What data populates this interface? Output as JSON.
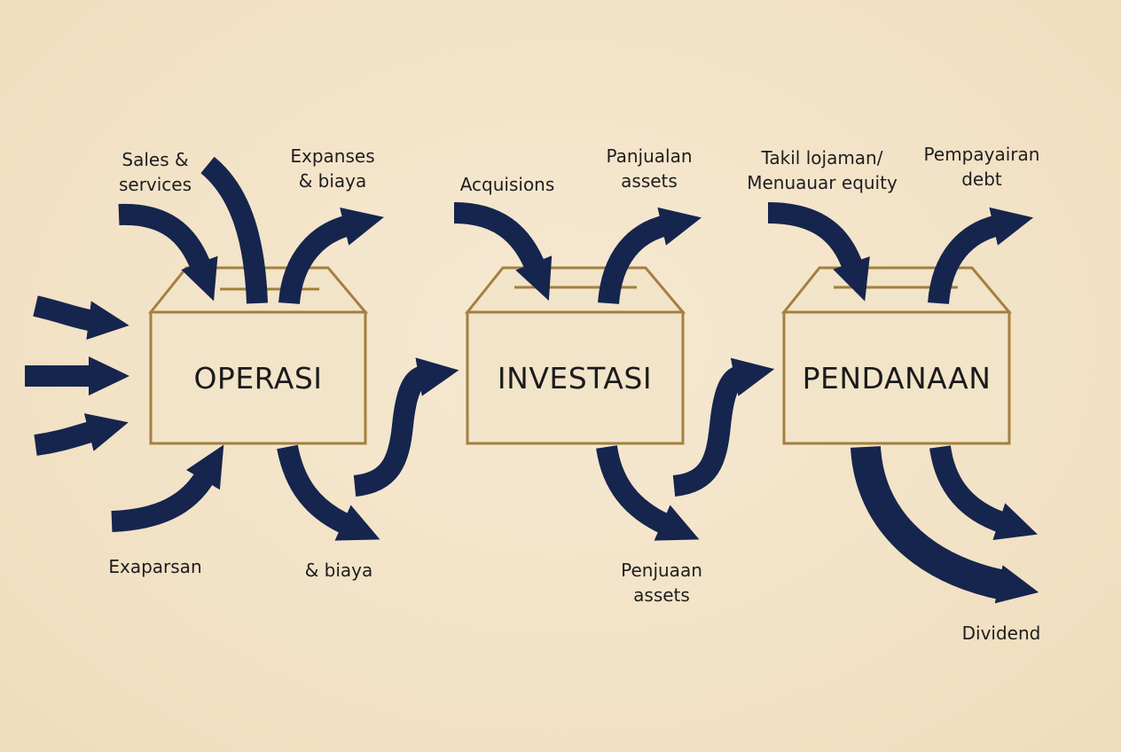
{
  "boxes": {
    "operasi": "OPERASI",
    "investasi": "INVESTASI",
    "pendanaan": "PENDANAAN"
  },
  "labels": {
    "sales_line1": "Sales &",
    "sales_line2": "services",
    "expanses_line1": "Expanses",
    "expanses_line2": "& biaya",
    "exaparsan": "Exaparsan",
    "biaya": "& biaya",
    "acquisions": "Acquisions",
    "panjualan_line1": "Panjualan",
    "panjualan_line2": "assets",
    "penjuaan_line1": "Penjuaan",
    "penjuaan_line2": "assets",
    "takil_line1": "Takil lojaman/",
    "takil_line2": "Menuauar equity",
    "pempayairan_line1": "Pempayairan",
    "pempayairan_line2": "debt",
    "dividend": "Dividend"
  },
  "colors": {
    "arrow": "#16254d",
    "box_border": "#a3803f",
    "box_fill": "#f2e4c9",
    "background": "#f3e4c8"
  }
}
